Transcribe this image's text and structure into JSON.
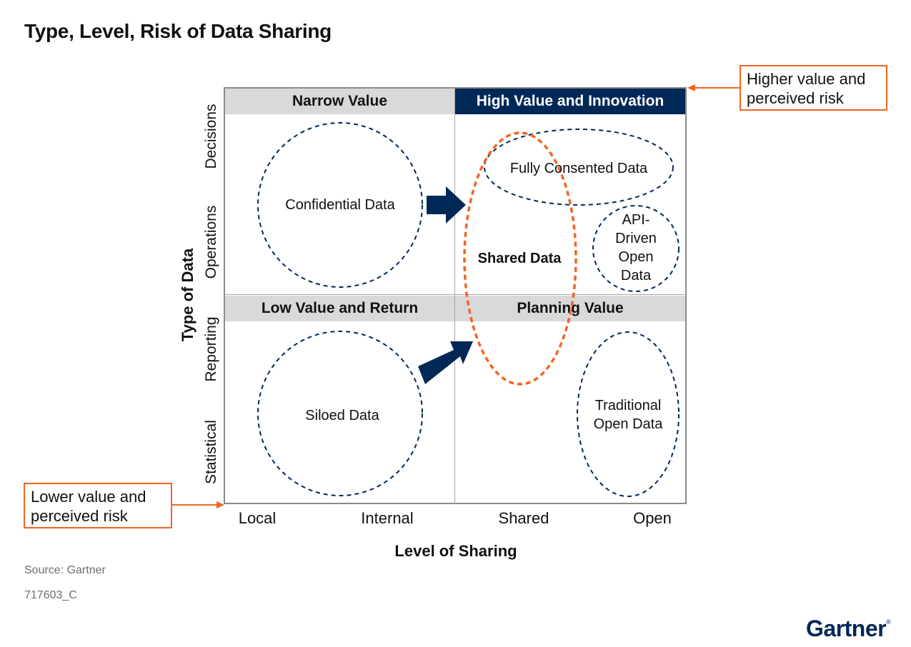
{
  "title": "Type, Level, Risk of Data Sharing",
  "quadrants": {
    "top_left": "Narrow Value",
    "top_right": "High Value and Innovation",
    "bottom_left": "Low Value and Return",
    "bottom_right": "Planning Value"
  },
  "data_shapes": {
    "confidential": "Confidential Data",
    "fully_consented": "Fully Consented Data",
    "api_driven": [
      "API-",
      "Driven",
      "Open",
      "Data"
    ],
    "shared": "Shared Data",
    "siloed": "Siloed Data",
    "traditional": [
      "Traditional",
      "Open Data"
    ]
  },
  "y_axis": {
    "title": "Type of Data",
    "ticks": [
      "Decisions",
      "Operations",
      "Reporting",
      "Statistical"
    ]
  },
  "x_axis": {
    "title": "Level of Sharing",
    "ticks": [
      "Local",
      "Internal",
      "Shared",
      "Open"
    ]
  },
  "callouts": {
    "higher": [
      "Higher value and",
      "perceived risk"
    ],
    "lower": [
      "Lower value and",
      "perceived risk"
    ]
  },
  "source": "Source: Gartner",
  "doc_id": "717603_C",
  "logo": "Gartner",
  "colors": {
    "navy": "#002856",
    "orange": "#f26522",
    "header_gray": "#d9d9d9"
  }
}
